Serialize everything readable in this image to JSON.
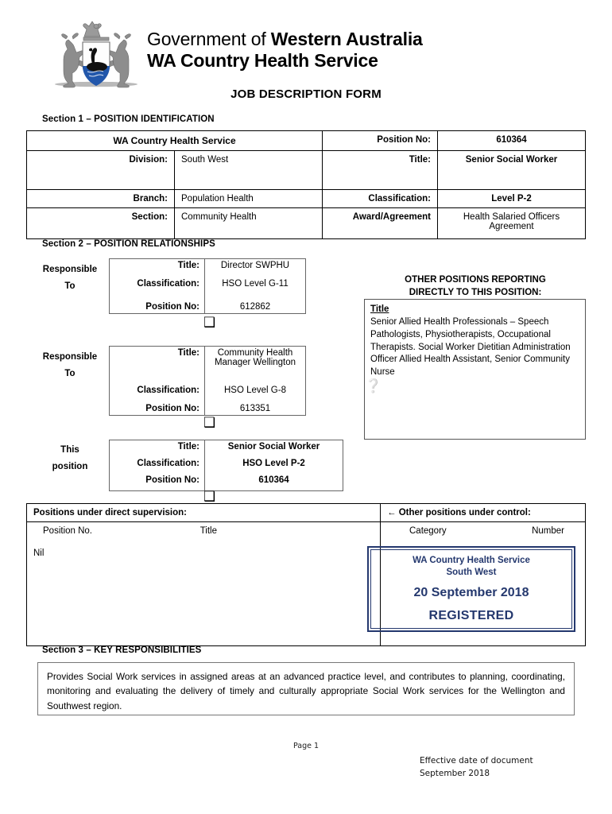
{
  "header": {
    "crest_icon": "wa-coat-of-arms",
    "gov_line1_prefix": "Government of ",
    "gov_line1_bold": "Western Australia",
    "gov_line2": "WA Country Health Service",
    "document_title": "JOB DESCRIPTION FORM"
  },
  "section1": {
    "label": "Section 1 – POSITION IDENTIFICATION",
    "organisation": "WA Country Health Service",
    "rows": [
      {
        "left_label": "Division:",
        "left_value": "South West",
        "right_label": "Title:",
        "right_value": "Senior Social Worker"
      },
      {
        "left_label": "Branch:",
        "left_value": "Population Health",
        "right_label": "Classification:",
        "right_value": "Level P-2"
      },
      {
        "left_label": "Section:",
        "left_value": "Community Health",
        "right_label": "Award/Agreement",
        "right_value": "Health Salaried Officers Agreement"
      }
    ],
    "position_no_label": "Position No:",
    "position_no_value": "610364"
  },
  "section2": {
    "label": "Section 2 – POSITION RELATIONSHIPS",
    "field_labels": {
      "title": "Title:",
      "classification": "Classification:",
      "position_no": "Position No:"
    },
    "boxes": [
      {
        "relation": "Responsible\nTo",
        "relation_line1": "Responsible",
        "relation_line2": "To",
        "title": "Director SWPHU",
        "classification": "HSO Level G-11",
        "position_no": "612862"
      },
      {
        "relation_line1": "Responsible",
        "relation_line2": "To",
        "title": "Community Health Manager Wellington",
        "classification": "HSO Level G-8",
        "position_no": "613351"
      },
      {
        "relation_line1": "This",
        "relation_line2": "position",
        "title": "Senior Social Worker",
        "classification": "HSO Level P-2",
        "position_no": "610364"
      }
    ],
    "other_reporting": {
      "heading_line1": "OTHER POSITIONS REPORTING",
      "heading_line2": "DIRECTLY TO THIS POSITION:",
      "title_label": "Title",
      "body": "Senior Allied Health Professionals – Speech Pathologists, Physiotherapists, Occupational Therapists. Social Worker Dietitian Administration Officer Allied Health Assistant, Senior Community Nurse"
    },
    "arrow_up_icon": "arrow-up-icon",
    "arrow_left_icon": "arrow-left-icon"
  },
  "supervision": {
    "left_header": "Positions under direct supervision:",
    "right_header": "Other positions under control:",
    "right_header_arrow": "←",
    "left_col_position_no": "Position No.",
    "left_col_title": "Title",
    "left_value": "Nil",
    "right_col_category": "Category",
    "right_col_number": "Number"
  },
  "stamp": {
    "org_line1": "WA Country Health Service",
    "org_line2": "South West",
    "date": "20 September 2018",
    "status": "REGISTERED",
    "color": "#24386e"
  },
  "section3": {
    "label": "Section 3 – KEY RESPONSIBILITIES",
    "body": "Provides Social Work services in assigned areas at an advanced practice level, and contributes to planning, coordinating, monitoring and evaluating the delivery of timely and culturally appropriate Social Work services for the Wellington and Southwest region."
  },
  "footer": {
    "page": "Page 1",
    "effective_label": "Effective date of document",
    "effective_date": "September 2018"
  }
}
